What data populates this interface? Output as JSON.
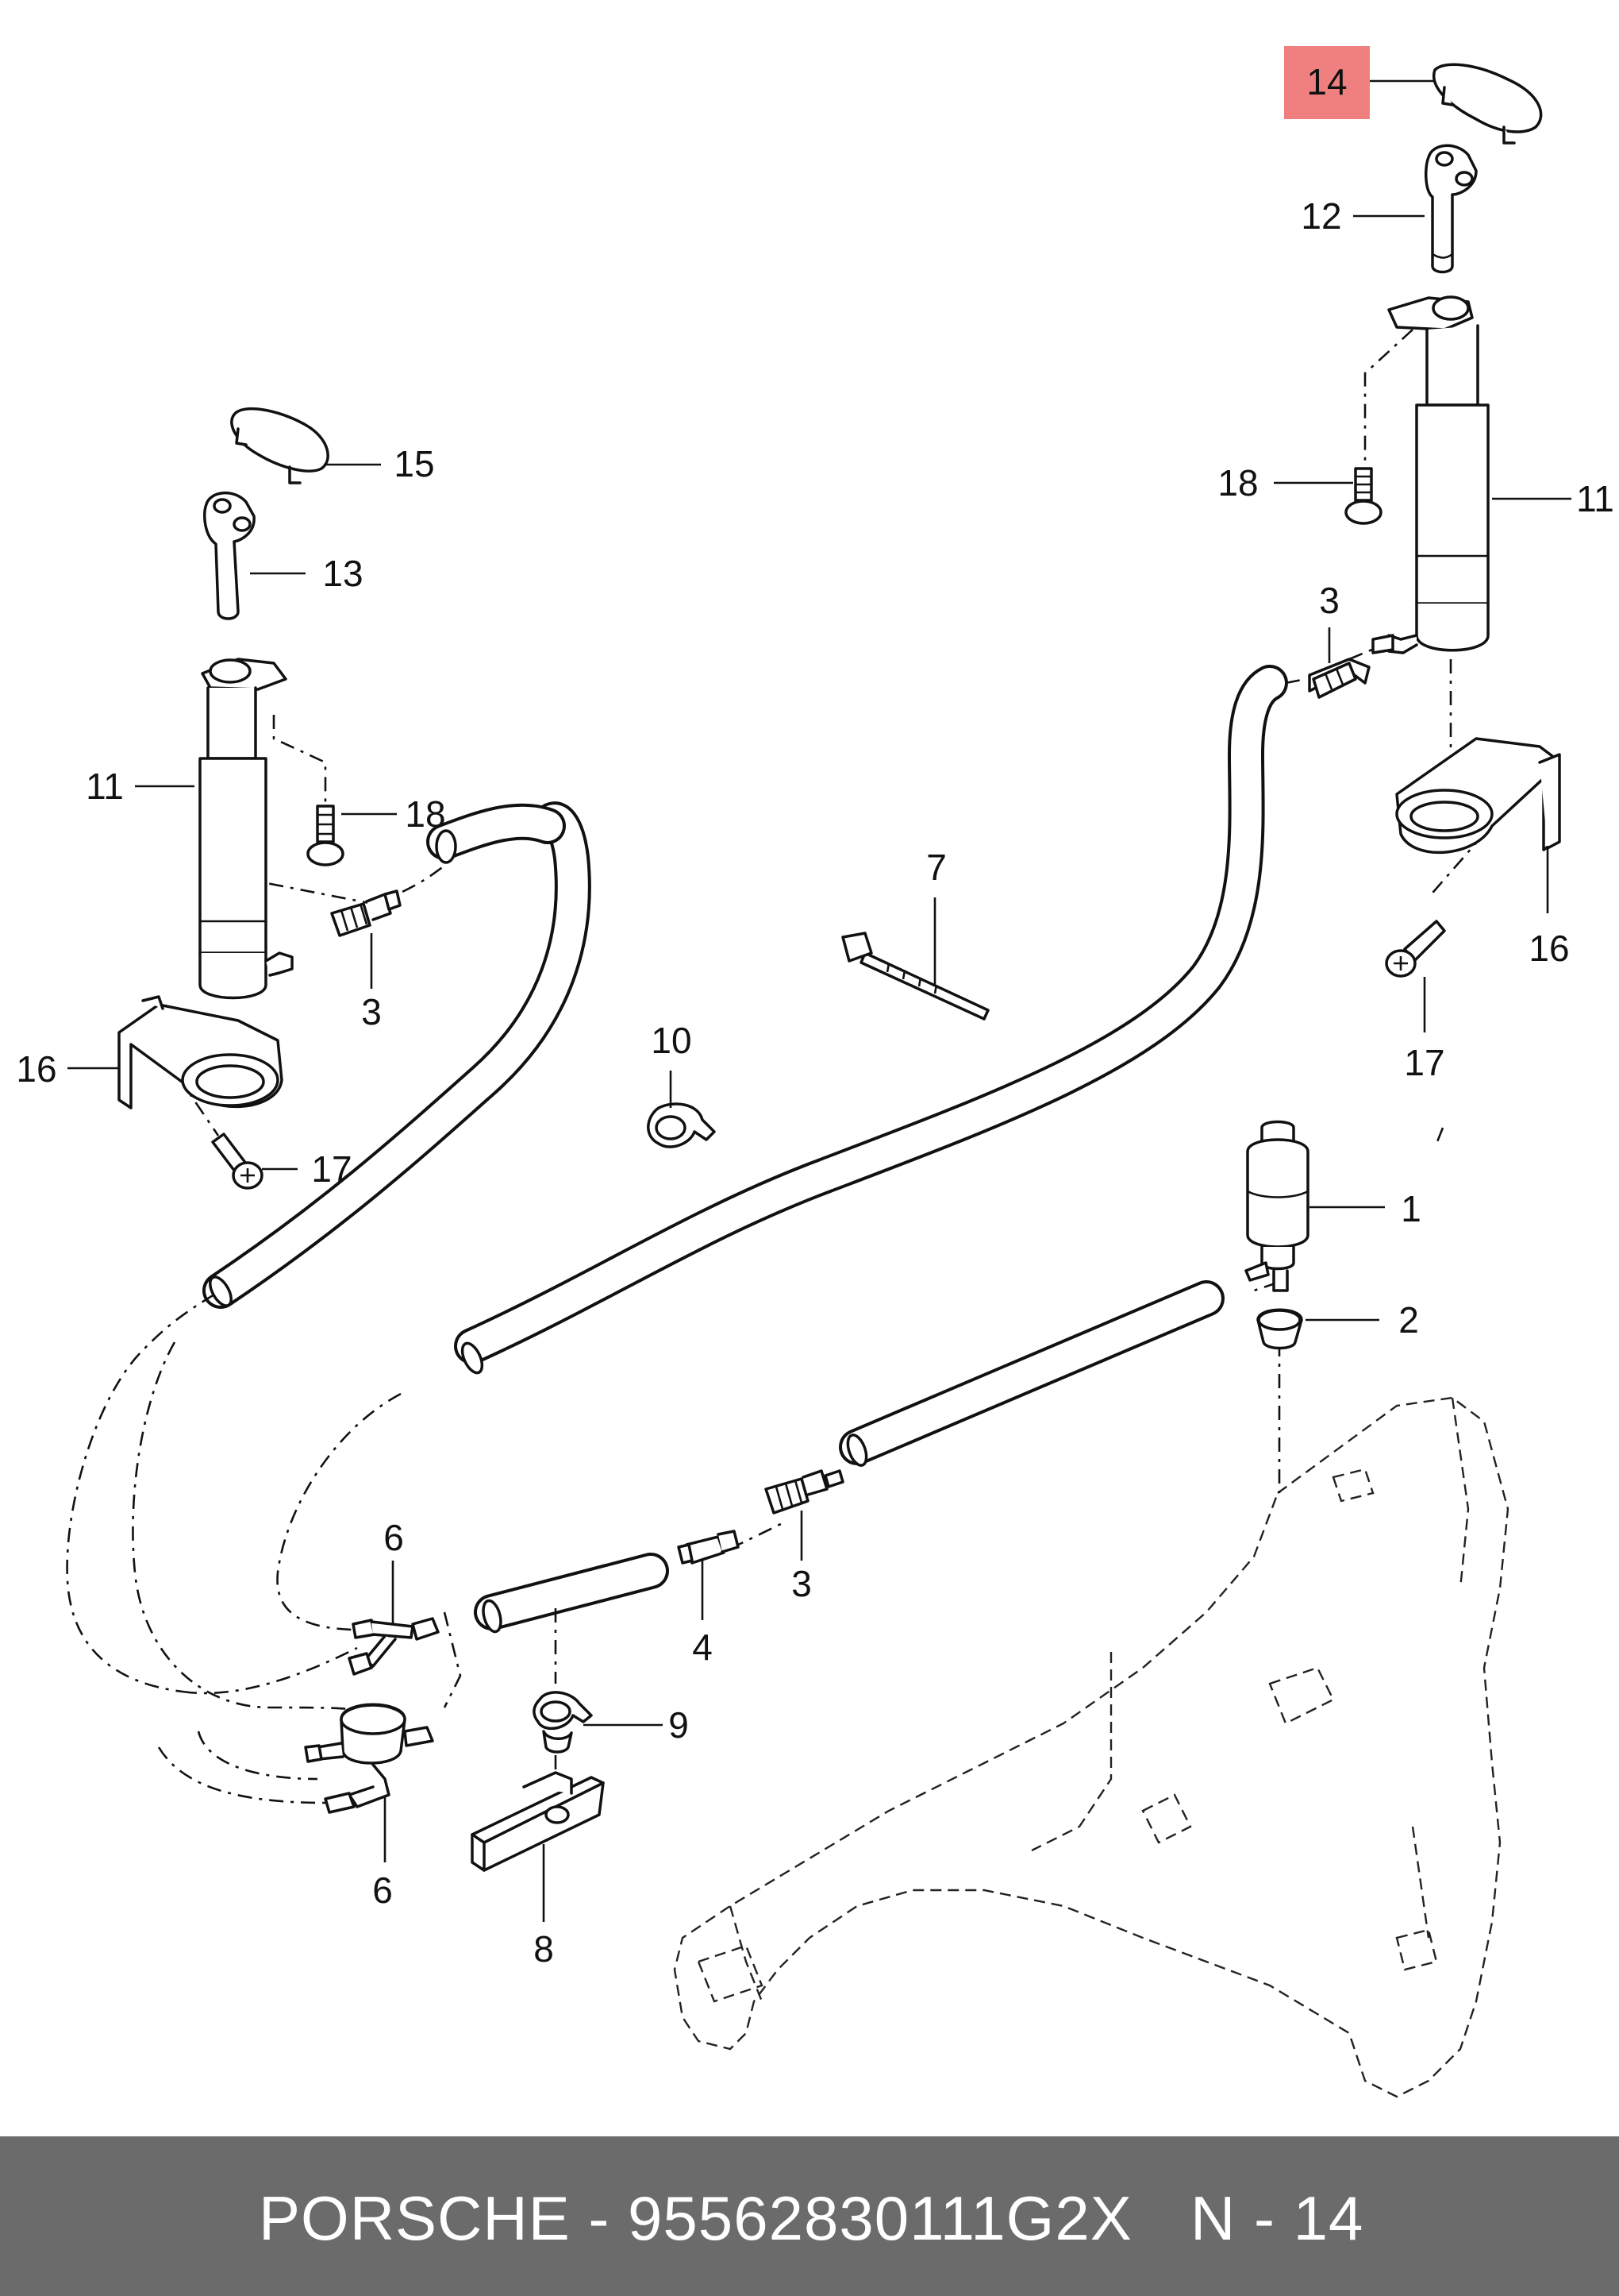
{
  "callouts": {
    "c14": "14",
    "c12": "12",
    "c15": "15",
    "c13": "13",
    "c11_right": "11",
    "c11_left": "11",
    "c18_right": "18",
    "c18_left": "18",
    "c3_right": "3",
    "c3_left": "3",
    "c3_mid": "3",
    "c7": "7",
    "c16_right": "16",
    "c16_left": "16",
    "c17_right": "17",
    "c17_left": "17",
    "c10": "10",
    "c1": "1",
    "c2": "2",
    "c6_top": "6",
    "c6_bottom": "6",
    "c4": "4",
    "c9": "9",
    "c8": "8"
  },
  "highlight": {
    "part": "14",
    "color": "#f08080"
  },
  "footer": {
    "brand_part": "PORSCHE - 95562830111G2X",
    "page_ref": "N - 14"
  }
}
